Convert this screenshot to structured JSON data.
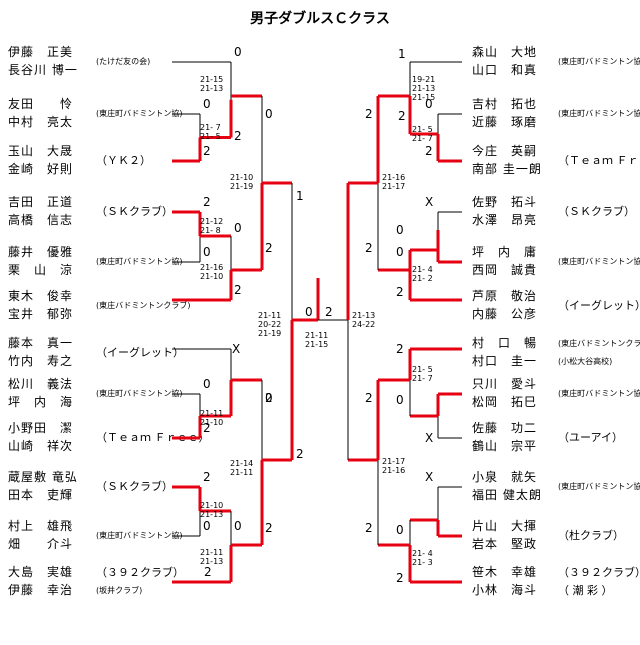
{
  "title": "男子ダブルスＣクラス",
  "left_entries": [
    {
      "p1": "伊藤　正美",
      "p2": "長谷川 博一",
      "club": "(たけだ友の会)"
    },
    {
      "p1": "友田　　怜",
      "p2": "中村　亮太",
      "club": "(東庄町バドミントン協)"
    },
    {
      "p1": "玉山　大晟",
      "p2": "金崎　好則",
      "club": "（ＹＫ２）"
    },
    {
      "p1": "吉田　正道",
      "p2": "高橋　信志",
      "club": "（ＳＫクラブ）"
    },
    {
      "p1": "藤井　優雅",
      "p2": "栗　山　涼",
      "club": "(東庄町バドミントン協)"
    },
    {
      "p1": "東木　俊幸",
      "p2": "宝井　郁弥",
      "club": "(東庄バドミントンクラブ)"
    },
    {
      "p1": "藤本　真一",
      "p2": "竹内　寿之",
      "club": "（イーグレット）"
    },
    {
      "p1": "松川　義法",
      "p2": "坪　内　海",
      "club": "(東庄町バドミントン協)"
    },
    {
      "p1": "小野田　潔",
      "p2": "山崎　祥次",
      "club": "（Ｔｅａｍ Ｆｒｅｅ）"
    },
    {
      "p1": "蔵屋敷 竜弘",
      "p2": "田本　吏輝",
      "club": "（ＳＫクラブ）"
    },
    {
      "p1": "村上　雄飛",
      "p2": "畑　　介斗",
      "club": "(東庄町バドミントン協)"
    },
    {
      "p1": "大島　実雄",
      "p2": "伊藤　幸治",
      "club": "（３９２クラブ）",
      "club2": "(坂井クラブ)"
    }
  ],
  "right_entries": [
    {
      "p1": "森山　大地",
      "p2": "山口　和真",
      "club": "(東庄町バドミントン協)"
    },
    {
      "p1": "吉村　拓也",
      "p2": "近藤　琢磨",
      "club": "(東庄町バドミントン協)"
    },
    {
      "p1": "今庄　英嗣",
      "p2": "南部 圭一朗",
      "club": "（Ｔｅａｍ Ｆｒｅｅ）"
    },
    {
      "p1": "佐野　拓斗",
      "p2": "水澤　昂亮",
      "club": "（ＳＫクラブ）"
    },
    {
      "p1": "坪　内　庸",
      "p2": "西岡　誠貴",
      "club": "(東庄町バドミントン協)"
    },
    {
      "p1": "芦原　敬治",
      "p2": "内藤　公彦",
      "club": "（イーグレット）"
    },
    {
      "p1": "村　口　暢",
      "p2": "村口　圭一",
      "club": "(東庄バドミントンクラブ)",
      "club2": "(小松大谷高校)"
    },
    {
      "p1": "只川　愛斗",
      "p2": "松岡　拓巳",
      "club": "(東庄町バドミントン協)"
    },
    {
      "p1": "佐藤　功二",
      "p2": "鶴山　宗平",
      "club": "（ユーアイ）"
    },
    {
      "p1": "小泉　就矢",
      "p2": "福田 健太朗",
      "club": "(東庄町バドミントン協)"
    },
    {
      "p1": "片山　大揮",
      "p2": "岩本　堅政",
      "club": "（杜クラブ）"
    },
    {
      "p1": "笹木　幸雄",
      "p2": "小林　海斗",
      "club": "（３９２クラブ）",
      "club2": "（ 潮 彩 ）"
    }
  ],
  "scores": {
    "L1_1": "0",
    "L1_2": "0",
    "L1_3": "2",
    "L1_4": "2",
    "L1_5": "0",
    "L1_6": "2",
    "L1_7": "X",
    "L1_8": "0",
    "L1_9": "2",
    "L1_10": "2",
    "L1_11": "0",
    "L1_12": "2",
    "L2_A1": "0",
    "L2_A2": "2",
    "L2_B1": "0",
    "L2_B2": "2",
    "L2_C1": "0",
    "L2_C2": "2",
    "L2_D1": "0",
    "L2_D2": "2",
    "L3_top": "1",
    "L3_bot": "2",
    "F_left": "0",
    "F_right": "2",
    "R1_1": "1",
    "R1_2": "0",
    "R1_3": "2",
    "R1_4": "X",
    "R1_5": "0",
    "R1_6": "2",
    "R1_7": "2",
    "R1_8": "0",
    "R1_9": "X",
    "R1_10": "X",
    "R1_11": "0",
    "R1_12": "2",
    "R2_A1": "2",
    "R2_A2": "0",
    "R2_B1": "0",
    "R2_B2": "2",
    "R2_C1": "2",
    "R2_C2": "0",
    "R2_D1": "0",
    "R2_D2": "2",
    "R3_top": "2",
    "R3_bot": "2"
  },
  "sets": {
    "LA": "21-15\n21-13",
    "LB": "21- 7\n21- 5",
    "LC": "21-10\n21-19",
    "LD": "21-12\n21- 8",
    "LE": "21-16\n21-10",
    "LF": "21-11\n20-22\n21-19",
    "LG": "21-11\n21-10",
    "LH": "21-14\n21-11",
    "LI": "21-10\n21-13",
    "LJ": "21-11\n21-13",
    "FIN": "21-11\n21-15",
    "RA": "19-21\n21-13\n21-15",
    "RB": "21- 5\n21- 7",
    "RC": "21-16\n21-17",
    "RD": "21- 4\n21- 2",
    "RE": "21-13\n24-22",
    "RF": "21- 5\n21- 7",
    "RG": "21-17\n21-16",
    "RH": "21- 4\n21- 3"
  },
  "colors": {
    "win": "#e60012",
    "line": "#000000"
  }
}
